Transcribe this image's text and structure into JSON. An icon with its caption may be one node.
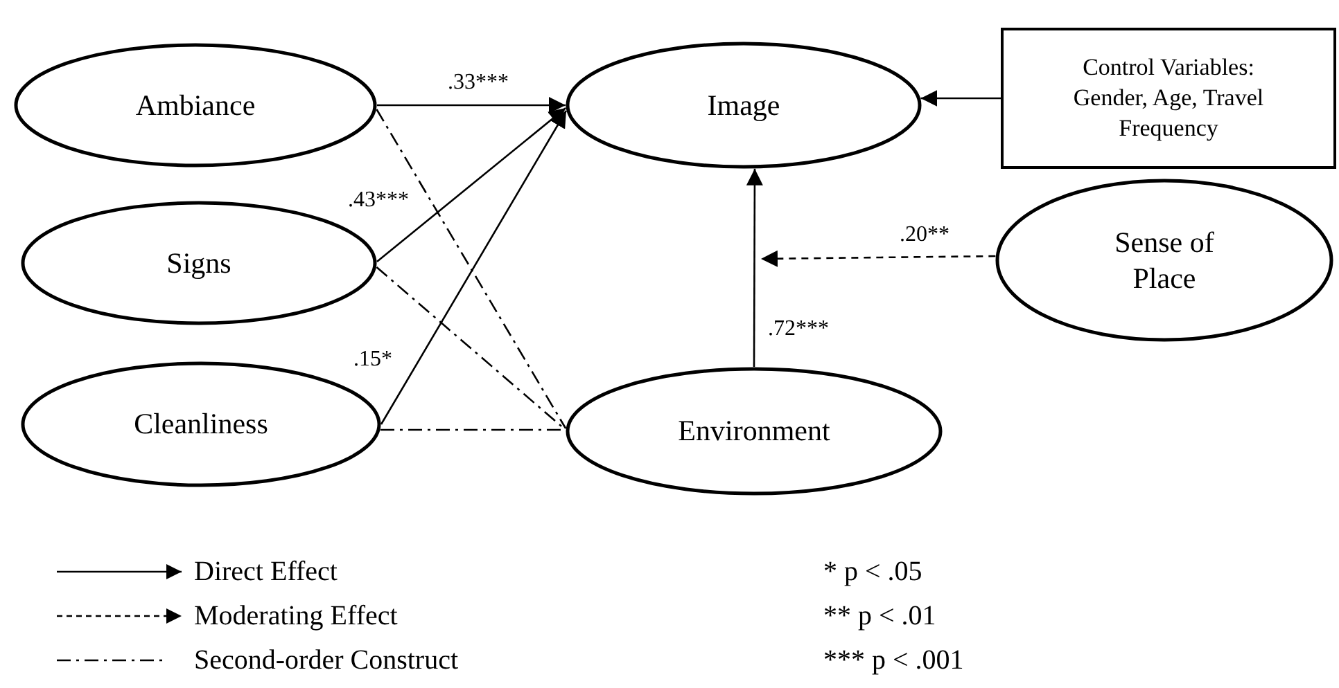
{
  "diagram": {
    "nodes": [
      {
        "text": [
          "Ambiance"
        ]
      },
      {
        "text": [
          "Signs"
        ]
      },
      {
        "text": [
          "Cleanliness"
        ]
      },
      {
        "text": [
          "Image"
        ]
      },
      {
        "text": [
          "Control Variables: Gender, Age, Travel Frequency"
        ]
      },
      {
        "text": [
          "Sense of Place"
        ]
      },
      {
        "text": [
          "Environment"
        ]
      }
    ],
    "edges": [
      {
        "from": 0,
        "to": 3,
        "arrow": "to",
        "label": ".33***"
      },
      {
        "from": 1,
        "to": 3,
        "arrow": "to",
        "label": ".43***"
      },
      {
        "from": 2,
        "to": 3,
        "arrow": "to",
        "label": ".15*"
      },
      {
        "from": 4,
        "to": 3,
        "arrow": "to"
      },
      {
        "from": 6,
        "to": 3,
        "arrow": "to",
        "label": ".72***"
      },
      {
        "from": 5,
        "to": null,
        "arrow": "to",
        "label": ".20**",
        "style": "dashed"
      },
      {
        "from": 0,
        "to": 6,
        "arrow": "none",
        "style": "dashed"
      },
      {
        "from": 1,
        "to": 6,
        "arrow": "none",
        "style": "dashed"
      },
      {
        "from": 2,
        "to": 6,
        "arrow": "none",
        "style": "dashed"
      }
    ],
    "labels": [
      "* p < .05",
      "** p < .01",
      "*** p < .001"
    ],
    "legend": [
      {
        "text": "Direct Effect"
      },
      {
        "text": "Moderating Effect"
      },
      {
        "text": "Second-order Construct"
      }
    ]
  }
}
